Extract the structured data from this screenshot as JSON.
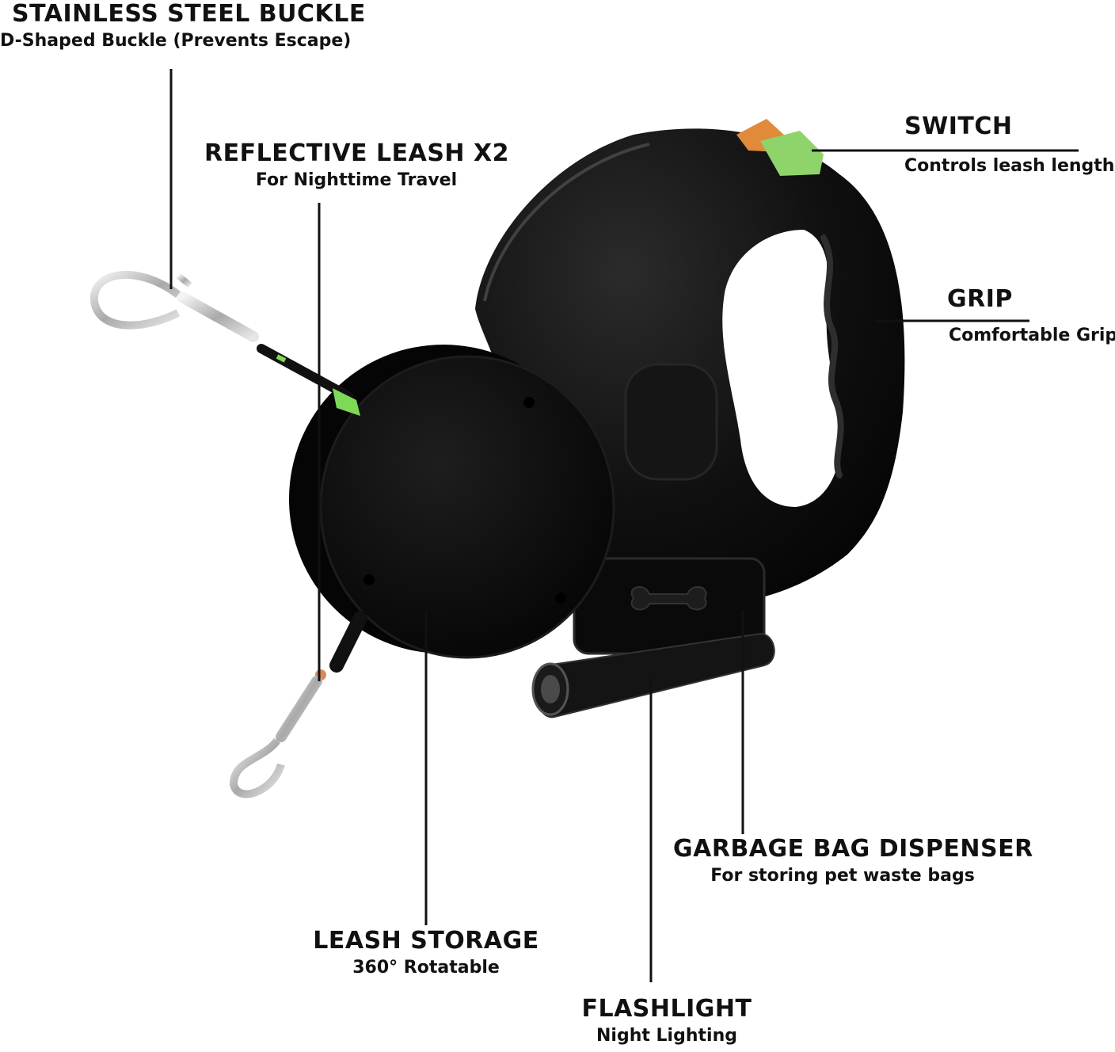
{
  "callouts": {
    "buckle": {
      "title": "STAINLESS STEEL BUCKLE",
      "subtitle": "D-Shaped Buckle (Prevents Escape)"
    },
    "reflective": {
      "title": "REFLECTIVE LEASH X2",
      "subtitle": "For Nighttime Travel"
    },
    "switch": {
      "title": "SWITCH",
      "subtitle": "Controls leash length"
    },
    "grip": {
      "title": "GRIP",
      "subtitle": "Comfortable Grip"
    },
    "garbage": {
      "title": "GARBAGE BAG DISPENSER",
      "subtitle": "For storing pet waste bags"
    },
    "storage": {
      "title": "LEASH STORAGE",
      "subtitle": "360° Rotatable"
    },
    "flashlight": {
      "title": "FLASHLIGHT",
      "subtitle": "Night Lighting"
    }
  },
  "colors": {
    "body": "#0b0b0b",
    "highlight": "#2a2a2a",
    "switch_orange": "#e08a3a",
    "switch_green": "#8fd46a",
    "leash_accent": "#7ed957",
    "metal": "#c8c8c8"
  }
}
